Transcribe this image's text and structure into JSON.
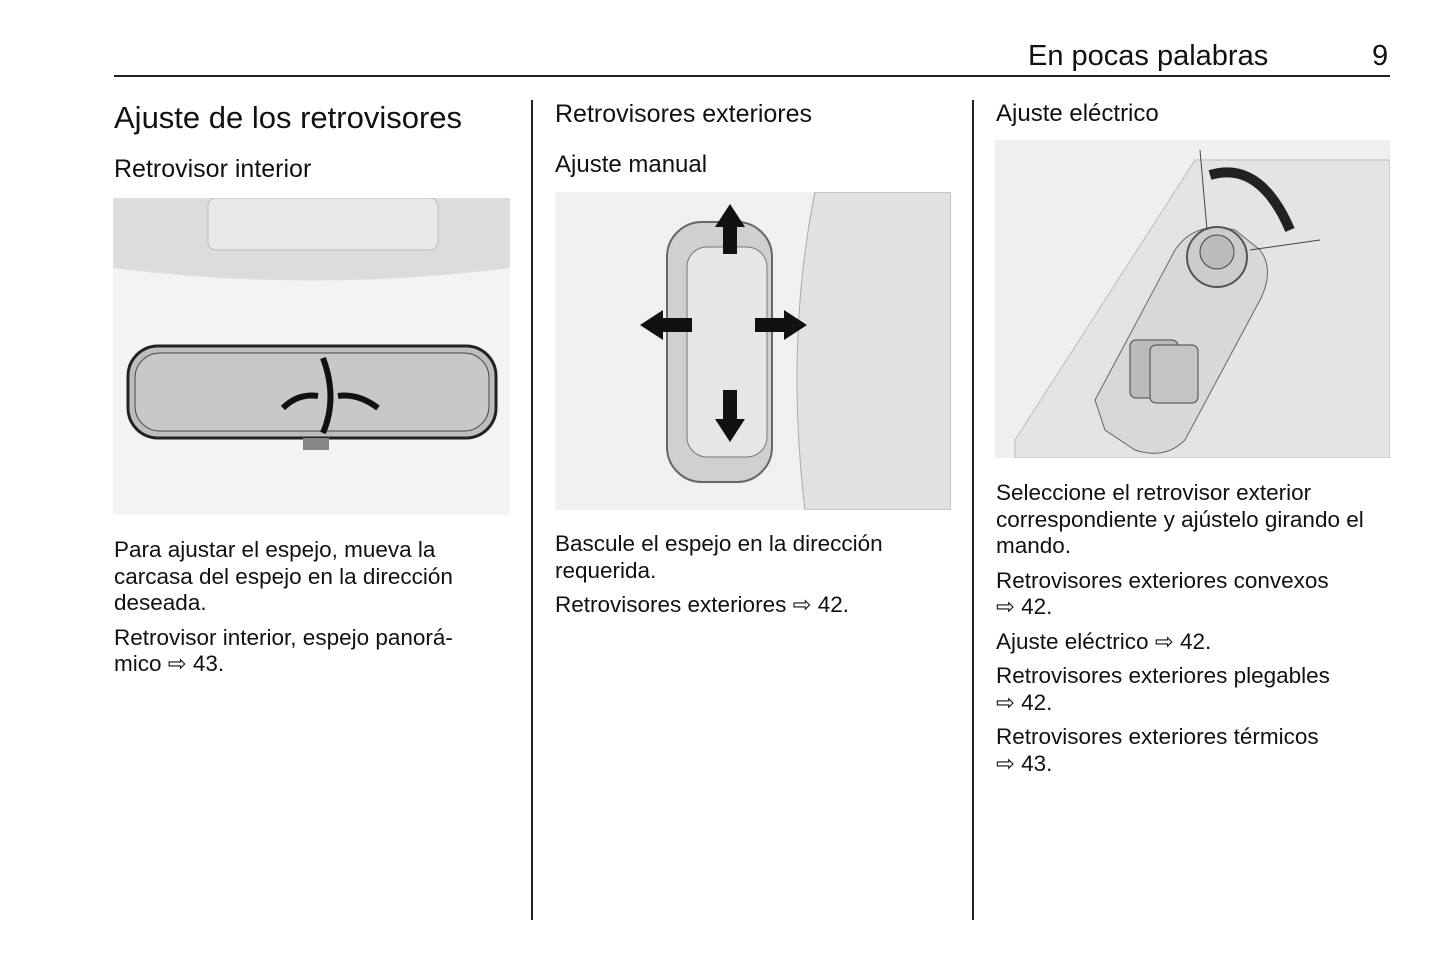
{
  "header": {
    "section": "En pocas palabras",
    "page_number": "9"
  },
  "col1": {
    "title": "Ajuste de los retrovisores",
    "subtitle": "Retrovisor interior",
    "paragraphs": [
      "Para ajustar el espejo, mueva la carcasa del espejo en la dirección deseada."
    ],
    "refs": [
      {
        "text": "Retrovisor interior, espejo panorá-",
        "text2": "mico",
        "arrow": "⇨",
        "page": "43."
      }
    ]
  },
  "col2": {
    "title": "Retrovisores exteriores",
    "subtitle": "Ajuste manual",
    "paragraphs": [
      "Bascule el espejo en la dirección requerida."
    ],
    "refs": [
      {
        "text": "Retrovisores exteriores",
        "arrow": "⇨",
        "page": "42."
      }
    ]
  },
  "col3": {
    "subtitle": "Ajuste eléctrico",
    "paragraphs": [
      "Seleccione el retrovisor exterior correspondiente y ajústelo girando el mando."
    ],
    "refs": [
      {
        "text": "Retrovisores exteriores convexos",
        "arrow": "⇨",
        "page": "42."
      },
      {
        "text": "Ajuste eléctrico",
        "arrow": "⇨",
        "page": "42."
      },
      {
        "text": "Retrovisores exteriores plegables",
        "arrow": "⇨",
        "page": "42."
      },
      {
        "text": "Retrovisores exteriores térmicos",
        "arrow": "⇨",
        "page": "43."
      }
    ]
  }
}
